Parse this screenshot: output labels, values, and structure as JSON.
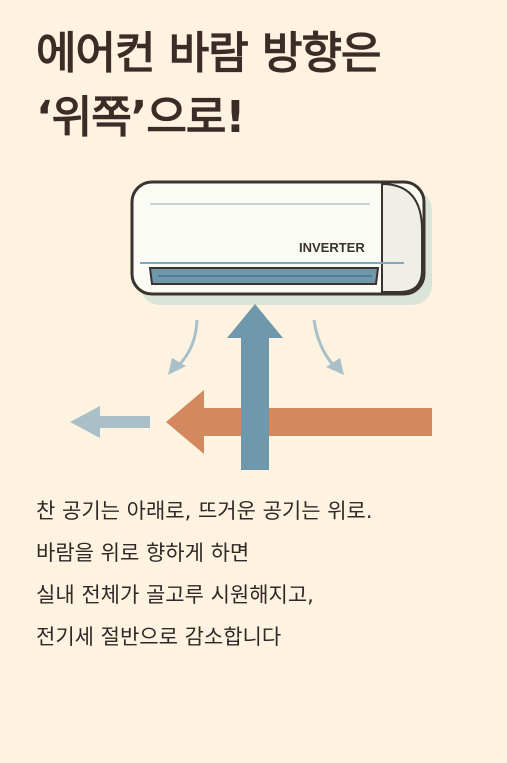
{
  "title": {
    "line1": "에어컨 바람 방향은",
    "line2": "‘위쪽’으로!"
  },
  "ac_unit": {
    "label": "INVERTER"
  },
  "colors": {
    "background": "#fdf3e0",
    "title_text": "#3a2c26",
    "cool_air": "#6f98ad",
    "warm_air": "#d4885f",
    "light_cool": "#a9c0c8"
  },
  "body": {
    "lines": [
      "찬 공기는 아래로, 뜨거운 공기는 위로.",
      "바람을 위로 향하게 하면",
      "실내 전체가 골고루 시원해지고,",
      "전기세 절반으로 감소합니다"
    ]
  }
}
